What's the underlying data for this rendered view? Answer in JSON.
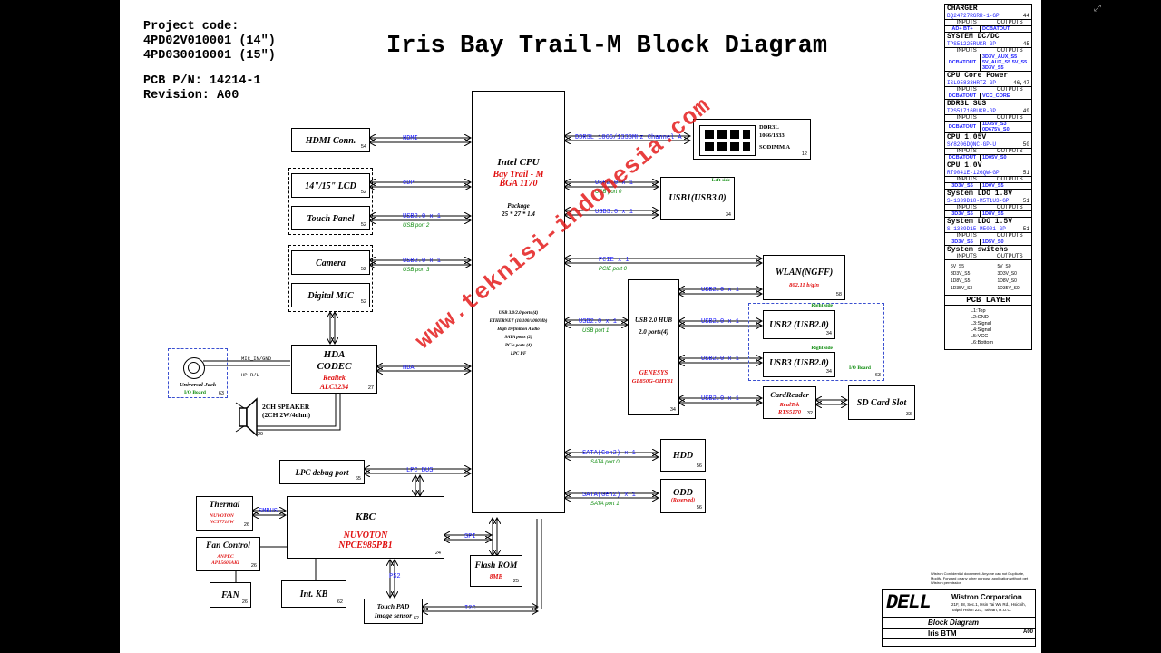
{
  "header": {
    "project_label": "Project code:",
    "project_14": "4PD02V010001 (14\")",
    "project_15": "4PD030010001 (15\")",
    "pcb_pn": "PCB P/N: 14214-1",
    "revision": "Revision: A00",
    "title": "Iris Bay Trail-M Block Diagram"
  },
  "cpu": {
    "name": "Intel CPU",
    "family": "Bay Trail - M",
    "package_type": "BGA 1170",
    "package_label": "Package",
    "package_size": "25 * 27 * 1.4",
    "features": [
      "USB 3.0/2.0 ports (4)",
      "ETHERNET (10/100/1000Mb)",
      "High Definition Audio",
      "SATA ports (2)",
      "PCIe ports (4)",
      "LPC I/F"
    ]
  },
  "blocks": {
    "hdmi": {
      "label": "HDMI Conn.",
      "num": "54"
    },
    "lcd": {
      "label": "14\"/15\" LCD",
      "num": "52"
    },
    "touch_panel": {
      "label": "Touch Panel",
      "num": "52"
    },
    "camera": {
      "label": "Camera",
      "num": "52"
    },
    "digital_mic": {
      "label": "Digital MIC",
      "num": "52"
    },
    "hda_codec": {
      "label1": "HDA",
      "label2": "CODEC",
      "vendor": "Realtek",
      "part": "ALC3234",
      "num": "27"
    },
    "universal_jack": {
      "label": "Universal Jack",
      "sub": "I/O Board",
      "num": "63"
    },
    "speaker": {
      "label1": "2CH SPEAKER",
      "label2": "(2CH 2W/4ohm)",
      "num": "29"
    },
    "lpc_debug": {
      "label": "LPC debug port",
      "num": "65"
    },
    "kbc": {
      "label": "KBC",
      "vendor": "NUVOTON",
      "part": "NPCE985PB1",
      "num": "24"
    },
    "thermal": {
      "label": "Thermal",
      "vendor": "NUVOTON",
      "part": "NCT7718W",
      "num": "26"
    },
    "fan_control": {
      "label": "Fan Control",
      "vendor": "ANPEC",
      "part": "APL5606AKI",
      "num": "26"
    },
    "fan": {
      "label": "FAN",
      "num": "26"
    },
    "int_kb": {
      "label": "Int. KB",
      "num": "62"
    },
    "flash_rom": {
      "label": "Flash ROM",
      "size": "8MB",
      "num": "25"
    },
    "touchpad": {
      "label1": "Touch PAD",
      "label2": "Image sensor",
      "num": "62"
    },
    "ddr": {
      "label1": "DDR3L",
      "label2": "1066/1333",
      "label3": "SODIMM A",
      "num": "12"
    },
    "usb1": {
      "label": "USB1(USB3.0)",
      "side": "Left side",
      "num": "34"
    },
    "wlan": {
      "label": "WLAN(NGFF)",
      "sub": "802.11 b/g/n",
      "num": "58"
    },
    "usb_hub": {
      "label1": "USB 2.0 HUB",
      "label2": "2.0 ports(4)",
      "vendor": "GENESYS",
      "part": "GL850G-OHY31",
      "num": "34"
    },
    "usb2": {
      "label": "USB2 (USB2.0)",
      "side": "Right side",
      "num": "34"
    },
    "usb3": {
      "label": "USB3 (USB2.0)",
      "side": "Right side",
      "num": "34"
    },
    "io_board": {
      "label": "I/O Board",
      "num": "63"
    },
    "cardreader": {
      "label": "CardReader",
      "vendor": "RealTek",
      "part": "RTS5170",
      "num": "32"
    },
    "sd_card": {
      "label": "SD Card Slot",
      "num": "33"
    },
    "hdd": {
      "label": "HDD",
      "num": "56"
    },
    "odd": {
      "label": "ODD",
      "sub": "(Reserved)",
      "num": "56"
    }
  },
  "buses": {
    "hdmi": "HDMI",
    "edp": "eDP",
    "touch": "USB2.0 x 1",
    "touch_port": "USB port 2",
    "camera": "USB2.0 x 1",
    "camera_port": "USB port 3",
    "hda": "HDA",
    "mic_in": "MIC_IN/GND",
    "hp": "HP R/L",
    "lpc": "LPC BUS",
    "smbus": "SMBUS",
    "spi": "SPI",
    "ps2": "PS2",
    "i2c": "I2C",
    "ddr": "DDR3L 1066/1333MHz Channel A",
    "usb1_20": "USB2.0 x 1",
    "usb1_20_port": "USB port 0",
    "usb1_30": "USB3.0 x 1",
    "pcie": "PCIE x 1",
    "pcie_port": "PCIE port 0",
    "hub_up": "USB2.0 x 1",
    "hub_up_port": "USB port 1",
    "hub_wlan": "USB2.0 x 1",
    "hub_usb2": "USB2.0 x 1",
    "hub_usb3": "USB2.0 x 1",
    "hub_cr": "USB2.0 x 1",
    "sata0": "SATA(Gen2) x 1",
    "sata0_port": "SATA port 0",
    "sata1": "SATA(Gen2) x 1",
    "sata1_port": "SATA port 1"
  },
  "power": [
    {
      "title": "CHARGER",
      "part": "BQ24727RGRR-1-GP",
      "num": "44",
      "inputs": "AD+ BT+",
      "outputs": "DCBATOUT"
    },
    {
      "title": "SYSTEM DC/DC",
      "part": "TPS51225RUKR-GP",
      "num": "45",
      "inputs": "DCBATOUT",
      "outputs": "3D3V_AUX_S5 5V_AUX_S5 5V_S5 3D3V_S5"
    },
    {
      "title": "CPU Core Power",
      "part": "ISL95833HRTZ-GP",
      "num": "46,47",
      "inputs": "DCBATOUT",
      "outputs": "VCC_CORE"
    },
    {
      "title": "DDR3L SUS",
      "part": "TPS51716RUKR-GP",
      "num": "49",
      "inputs": "DCBATOUT",
      "outputs": "1D35V_S3 0D675V_S0"
    },
    {
      "title": "CPU 1.05V",
      "part": "SY8206DQNC-GP-U",
      "num": "50",
      "inputs": "DCBATOUT",
      "outputs": "1D05V_S0"
    },
    {
      "title": "CPU 1.0V",
      "part": "RT9041E-12GQW-GP",
      "num": "51",
      "inputs": "3D3V_S5",
      "outputs": "1D0V_S5"
    },
    {
      "title": "System LDO 1.8V",
      "part": "S-1339D18-M5T1U3-GP",
      "num": "51",
      "inputs": "3D3V_S5",
      "outputs": "1D8V_S5"
    },
    {
      "title": "System LDO 1.5V",
      "part": "S-1339D15-M5001-GP",
      "num": "51",
      "inputs": "3D3V_S5",
      "outputs": "1D5V_S0"
    }
  ],
  "switches": {
    "title": "System switchs",
    "inputs_label": "INPUTS",
    "outputs_label": "OUTPUTS",
    "rows": [
      {
        "in": "5V_S5",
        "out": "5V_S0"
      },
      {
        "in": "3D3V_S5",
        "out": "3D3V_S0"
      },
      {
        "in": "1D8V_S5",
        "out": "1D8V_S0"
      },
      {
        "in": "1D35V_S3",
        "out": "1D35V_S0"
      }
    ]
  },
  "pcb_layer": {
    "title": "PCB LAYER",
    "layers": [
      "L1:Top",
      "L2:GND",
      "L3:Signal",
      "L4:Signal",
      "L5:VCC",
      "L6:Bottom"
    ]
  },
  "labels": {
    "inputs": "INPUTS",
    "outputs": "OUTPUTS"
  },
  "footer": {
    "company": "Wistron Corporation",
    "address": "21F, 88, Sec.1, Hsin Tai Wu Rd., Hsichih, Taipei Hsien 221, Taiwan, R.O.C.",
    "confidential": "Wistron Confidential document, Anyone can not Duplicate, Modify, Forward or any other purpose application without get Wistron permission",
    "doc_title": "Block Diagram",
    "project": "Iris BTM",
    "rev": "A00",
    "logo": "DELL"
  },
  "watermark": "www.teknisi-indonesia.com"
}
